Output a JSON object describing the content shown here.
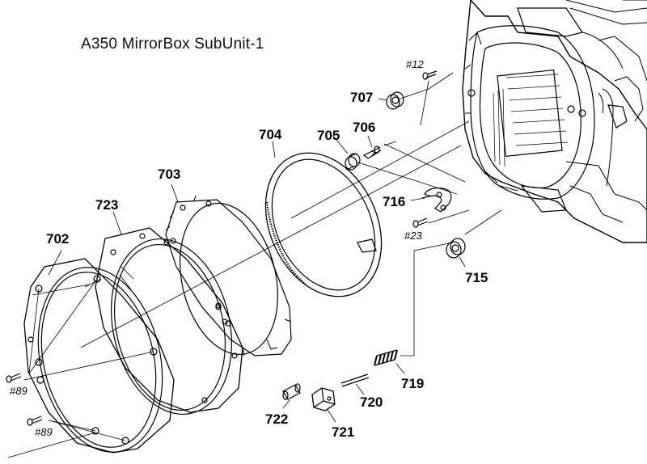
{
  "title": "A350 MirrorBox SubUnit-1",
  "parts": [
    {
      "key": "p702",
      "label": "702"
    },
    {
      "key": "p723",
      "label": "723"
    },
    {
      "key": "p703",
      "label": "703"
    },
    {
      "key": "p704",
      "label": "704"
    },
    {
      "key": "p705",
      "label": "705"
    },
    {
      "key": "p706",
      "label": "706"
    },
    {
      "key": "p707",
      "label": "707"
    },
    {
      "key": "p716",
      "label": "716"
    },
    {
      "key": "p715",
      "label": "715"
    },
    {
      "key": "p719",
      "label": "719"
    },
    {
      "key": "p720",
      "label": "720"
    },
    {
      "key": "p721",
      "label": "721"
    },
    {
      "key": "p722",
      "label": "722"
    }
  ],
  "screw_refs": {
    "r12": "#12",
    "r23": "#23",
    "r89a": "#89",
    "r89b": "#89"
  }
}
